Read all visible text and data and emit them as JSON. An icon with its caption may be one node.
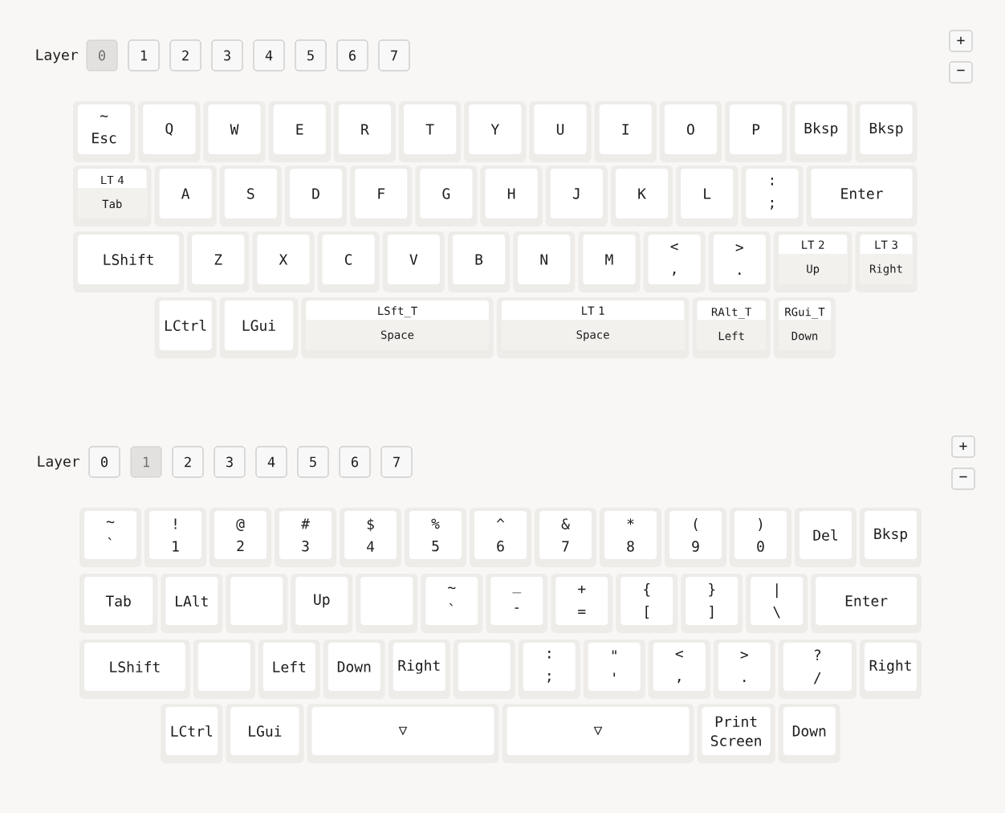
{
  "diagram": {
    "nodes": [
      {
        "text": [
          "0"
        ]
      },
      {
        "text": [
          "1"
        ]
      },
      {
        "text": [
          "2"
        ]
      },
      {
        "text": [
          "3"
        ]
      },
      {
        "text": [
          "4"
        ]
      },
      {
        "text": [
          "5"
        ]
      },
      {
        "text": [
          "6"
        ]
      },
      {
        "text": [
          "7"
        ]
      },
      {
        "text": [
          "+"
        ]
      },
      {
        "text": [
          "−"
        ]
      },
      {
        "text": [
          "~",
          "Esc"
        ]
      },
      {
        "text": [
          "Q"
        ]
      },
      {
        "text": [
          "W"
        ]
      },
      {
        "text": [
          "E"
        ]
      },
      {
        "text": [
          "R"
        ]
      },
      {
        "text": [
          "T"
        ]
      },
      {
        "text": [
          "Y"
        ]
      },
      {
        "text": [
          "U"
        ]
      },
      {
        "text": [
          "I"
        ]
      },
      {
        "text": [
          "O"
        ]
      },
      {
        "text": [
          "P"
        ]
      },
      {
        "text": [
          "Bksp"
        ]
      },
      {
        "text": [
          "Bksp"
        ]
      },
      {
        "text": [
          "LT 4",
          "Tab"
        ]
      },
      {
        "text": [
          "A"
        ]
      },
      {
        "text": [
          "S"
        ]
      },
      {
        "text": [
          "D"
        ]
      },
      {
        "text": [
          "F"
        ]
      },
      {
        "text": [
          "G"
        ]
      },
      {
        "text": [
          "H"
        ]
      },
      {
        "text": [
          "J"
        ]
      },
      {
        "text": [
          "K"
        ]
      },
      {
        "text": [
          "L"
        ]
      },
      {
        "text": [
          ":",
          ";"
        ]
      },
      {
        "text": [
          "Enter"
        ]
      },
      {
        "text": [
          "LShift"
        ]
      },
      {
        "text": [
          "Z"
        ]
      },
      {
        "text": [
          "X"
        ]
      },
      {
        "text": [
          "C"
        ]
      },
      {
        "text": [
          "V"
        ]
      },
      {
        "text": [
          "B"
        ]
      },
      {
        "text": [
          "N"
        ]
      },
      {
        "text": [
          "M"
        ]
      },
      {
        "text": [
          "<",
          ","
        ]
      },
      {
        "text": [
          ">",
          "."
        ]
      },
      {
        "text": [
          "LT 2",
          "Up"
        ]
      },
      {
        "text": [
          "LT 3",
          "Right"
        ]
      },
      {
        "text": [
          "LCtrl"
        ]
      },
      {
        "text": [
          "LGui"
        ]
      },
      {
        "text": [
          "LSft_T",
          "Space"
        ]
      },
      {
        "text": [
          "LT 1",
          "Space"
        ]
      },
      {
        "text": [
          "RAlt_T",
          "Left"
        ]
      },
      {
        "text": [
          "RGui_T",
          "Down"
        ]
      },
      {
        "text": [
          "0"
        ]
      },
      {
        "text": [
          "1"
        ]
      },
      {
        "text": [
          "2"
        ]
      },
      {
        "text": [
          "3"
        ]
      },
      {
        "text": [
          "4"
        ]
      },
      {
        "text": [
          "5"
        ]
      },
      {
        "text": [
          "6"
        ]
      },
      {
        "text": [
          "7"
        ]
      },
      {
        "text": [
          "+"
        ]
      },
      {
        "text": [
          "−"
        ]
      },
      {
        "text": [
          "~",
          "`"
        ]
      },
      {
        "text": [
          "!",
          "1"
        ]
      },
      {
        "text": [
          "@",
          "2"
        ]
      },
      {
        "text": [
          "#",
          "3"
        ]
      },
      {
        "text": [
          "$",
          "4"
        ]
      },
      {
        "text": [
          "%",
          "5"
        ]
      },
      {
        "text": [
          "^",
          "6"
        ]
      },
      {
        "text": [
          "&",
          "7"
        ]
      },
      {
        "text": [
          "*",
          "8"
        ]
      },
      {
        "text": [
          "(",
          "9"
        ]
      },
      {
        "text": [
          ")",
          "0"
        ]
      },
      {
        "text": [
          "Del"
        ]
      },
      {
        "text": [
          "Bksp"
        ]
      },
      {
        "text": [
          "Tab"
        ]
      },
      {
        "text": [
          "LAlt"
        ]
      },
      {
        "text": [],
        "shape": "box"
      },
      {
        "text": [
          "Up"
        ]
      },
      {
        "text": [],
        "shape": "box"
      },
      {
        "text": [
          "~",
          "`"
        ]
      },
      {
        "text": [
          "_",
          "-"
        ]
      },
      {
        "text": [
          "+",
          "="
        ]
      },
      {
        "text": [
          "{",
          "["
        ]
      },
      {
        "text": [
          "}",
          "]"
        ]
      },
      {
        "text": [
          "|",
          "\\"
        ]
      },
      {
        "text": [
          "Enter"
        ]
      },
      {
        "text": [
          "LShift"
        ]
      },
      {
        "text": [],
        "shape": "box"
      },
      {
        "text": [
          "Left"
        ]
      },
      {
        "text": [
          "Down"
        ]
      },
      {
        "text": [
          "Right"
        ]
      },
      {
        "text": [],
        "shape": "box"
      },
      {
        "text": [
          ":",
          ";"
        ]
      },
      {
        "text": [
          "\"",
          "'"
        ]
      },
      {
        "text": [
          "<",
          ","
        ]
      },
      {
        "text": [
          ">",
          "."
        ]
      },
      {
        "text": [
          "?",
          "/"
        ]
      },
      {
        "text": [
          "Right"
        ]
      },
      {
        "text": [
          "LCtrl"
        ]
      },
      {
        "text": [
          "LGui"
        ]
      },
      {
        "text": [
          "▽"
        ]
      },
      {
        "text": [
          "▽"
        ]
      },
      {
        "text": [
          "Print Screen"
        ]
      },
      {
        "text": [
          "Down"
        ]
      }
    ],
    "labels": [
      "Layer",
      "Layer"
    ]
  }
}
